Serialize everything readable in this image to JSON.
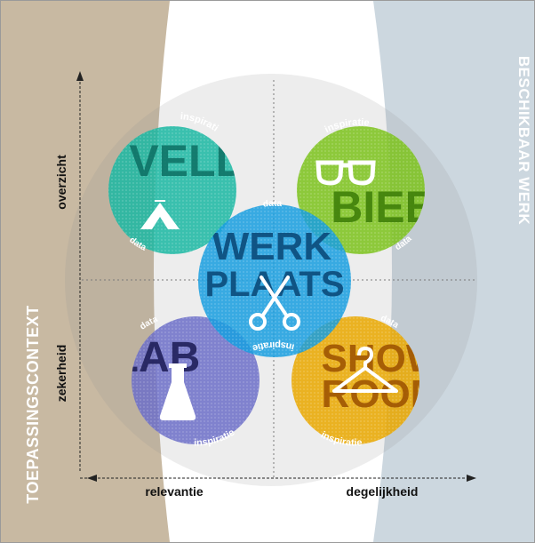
{
  "side_labels": {
    "left_vertical": "TOEPASSINGSCONTEXT",
    "right_vertical": "BESCHIKBAAR WERK"
  },
  "axes": {
    "y_top": "overzicht",
    "y_bottom": "zekerheid",
    "x_left": "relevantie",
    "x_right": "degelijkheid"
  },
  "circles": {
    "veld": {
      "title": "VELD",
      "label_top": "inspiratie",
      "label_bottom": "data",
      "icon": "tent-icon"
    },
    "bieb": {
      "title": "BIEB",
      "label_top": "inspiratie",
      "label_bottom": "data",
      "icon": "glasses-icon"
    },
    "werkplaats": {
      "title_line1": "WERK",
      "title_line2": "PLAATS",
      "label_top": "data",
      "label_bottom": "inspiratie",
      "icon": "scissors-icon"
    },
    "lab": {
      "title": "LAB",
      "label_top": "data",
      "label_bottom": "inspiratie",
      "icon": "flask-icon"
    },
    "showroom": {
      "title_line1": "SHOW",
      "title_line2": "ROOM",
      "label_top": "data",
      "label_bottom": "inspiratie",
      "icon": "hanger-icon"
    }
  },
  "colors": {
    "left_panel": "#c8b9a2",
    "right_panel": "#ccd7df",
    "center_field": "#ffffff",
    "veld": "#1cb8a3",
    "bieb": "#7dc21d",
    "werkplaats": "#1a9ee0",
    "lab": "#6d70c8",
    "showroom": "#e9a800"
  }
}
